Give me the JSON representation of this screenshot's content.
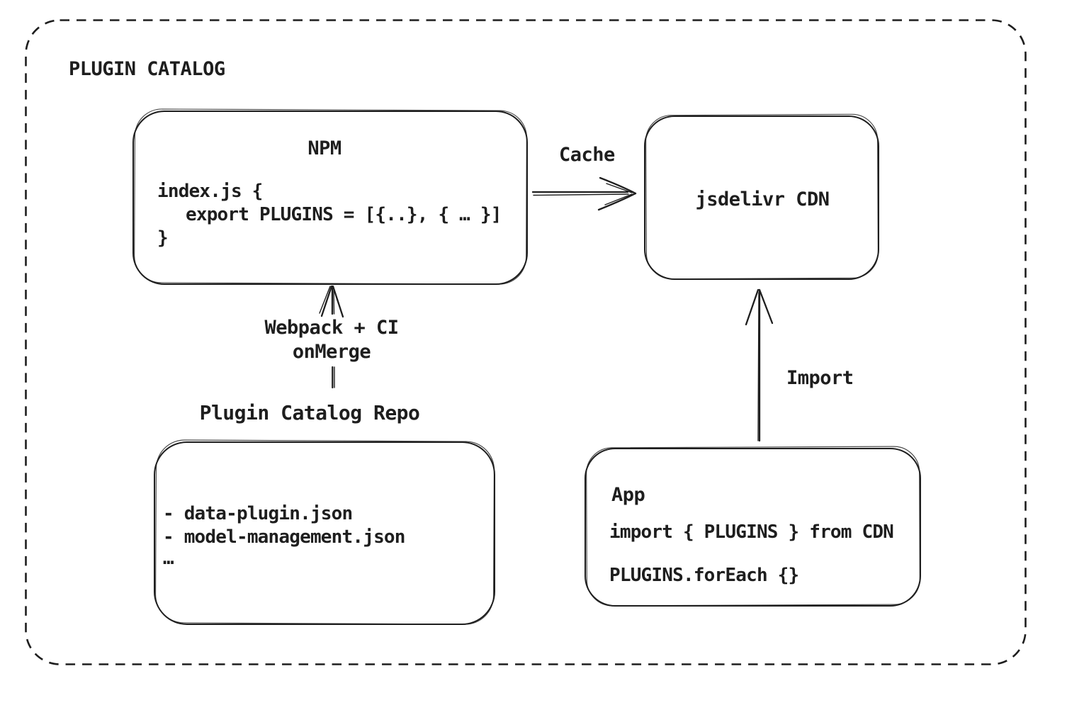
{
  "canvas": {
    "background": "#ffffff",
    "stroke_color": "#1e1e1e",
    "text_color": "#1e1e1e"
  },
  "title": "PLUGIN CATALOG",
  "boxes": {
    "npm": {
      "title": "NPM",
      "code_lines": [
        "index.js {",
        "export PLUGINS = [{..}, { … }]",
        "}"
      ]
    },
    "cdn": {
      "label": "jsdelivr CDN"
    },
    "repo": {
      "title": "Plugin Catalog Repo",
      "items": [
        "- data-plugin.json",
        "- model-management.json",
        "…"
      ]
    },
    "app": {
      "title": "App",
      "code_lines": [
        "import { PLUGINS } from CDN",
        "PLUGINS.forEach {}"
      ]
    }
  },
  "arrows": {
    "cache": {
      "label": "Cache"
    },
    "build": {
      "label_line1": "Webpack + CI",
      "label_line2": "onMerge"
    },
    "import": {
      "label": "Import"
    }
  }
}
